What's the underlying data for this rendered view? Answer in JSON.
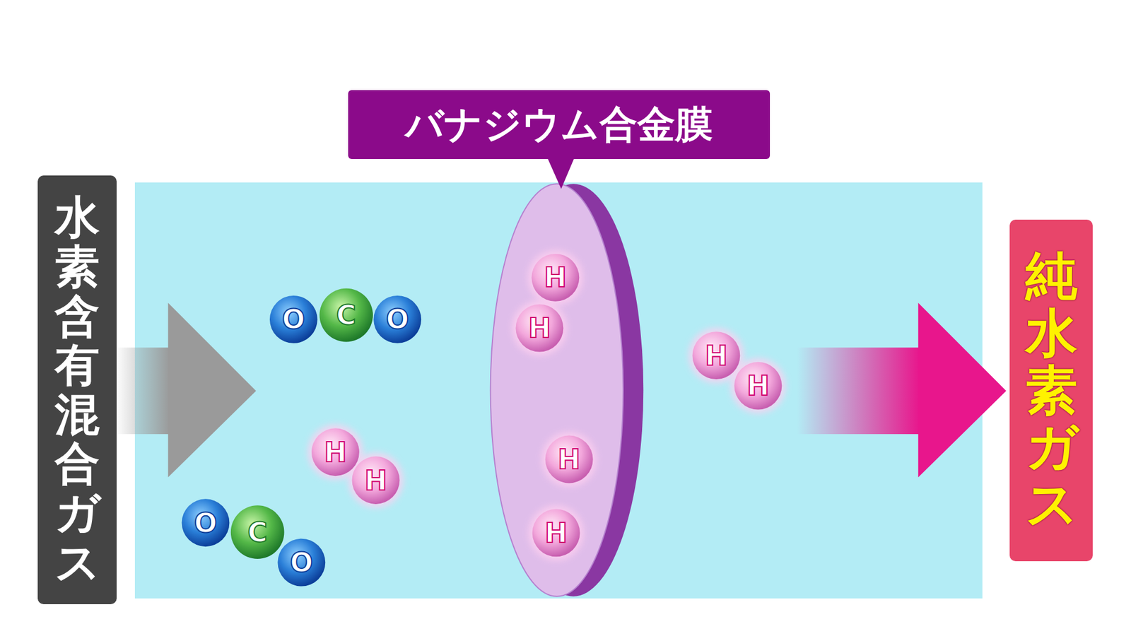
{
  "diagram": {
    "nodes": [
      {
        "text": [
          "水素含有混合ガス"
        ]
      },
      {
        "text": [
          "バナジウム合金膜"
        ]
      },
      {
        "text": [
          "純水素ガス"
        ]
      }
    ],
    "labels": [
      "O",
      "C",
      "O",
      "O",
      "C",
      "O",
      "H",
      "H",
      "H",
      "H",
      "H",
      "H",
      "H",
      "H"
    ]
  }
}
